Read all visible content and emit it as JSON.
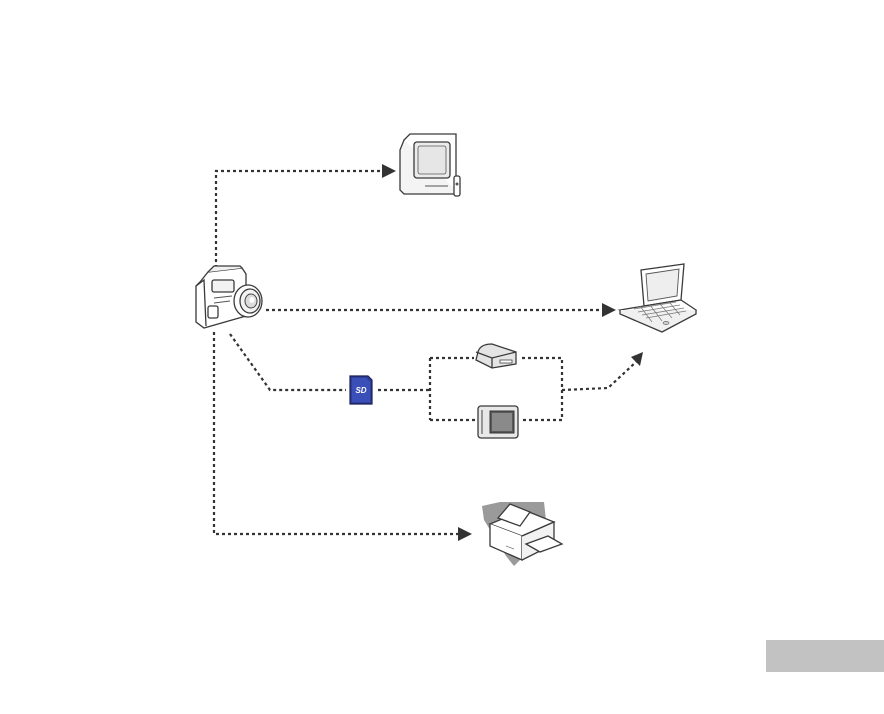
{
  "diagram": {
    "type": "device-connection-diagram",
    "source_device": {
      "name": "camera",
      "icon": "camera-icon"
    },
    "memory_card": {
      "name": "memory-card",
      "icon": "sd-card-icon",
      "label": "SD"
    },
    "card_readers": [
      {
        "name": "card-reader",
        "icon": "card-reader-icon"
      },
      {
        "name": "card-adapter",
        "icon": "card-adapter-icon"
      }
    ],
    "targets": [
      {
        "name": "tv",
        "icon": "tv-icon"
      },
      {
        "name": "computer",
        "icon": "laptop-icon"
      },
      {
        "name": "printer",
        "icon": "printer-icon"
      }
    ],
    "connections": [
      {
        "from": "camera",
        "to": "tv"
      },
      {
        "from": "camera",
        "to": "computer"
      },
      {
        "from": "camera",
        "to": "memory-card"
      },
      {
        "from": "memory-card",
        "to": "card-reader"
      },
      {
        "from": "memory-card",
        "to": "card-adapter"
      },
      {
        "from": "card-reader",
        "to": "computer"
      },
      {
        "from": "card-adapter",
        "to": "computer"
      },
      {
        "from": "camera",
        "to": "printer"
      }
    ],
    "colors": {
      "line": "#333333",
      "page_tab": "#c2c2c2",
      "sd_card": "#2e3f9a",
      "printer_shadow": "#9a9a9a"
    }
  }
}
